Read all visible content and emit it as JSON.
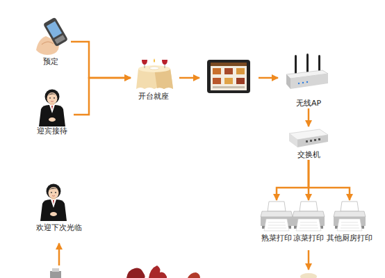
{
  "diagram": {
    "nodes": [
      {
        "text": [
          "预定"
        ]
      },
      {
        "text": [
          "迎宾接待"
        ]
      },
      {
        "text": [
          "开台就座"
        ]
      },
      {
        "text": [
          "无线AP"
        ]
      },
      {
        "text": [
          "交换机"
        ]
      },
      {
        "text": [
          "熟菜打印"
        ]
      },
      {
        "text": [
          "凉菜打印"
        ]
      },
      {
        "text": [
          "其他厨房打印"
        ]
      },
      {
        "text": [
          "欢迎下次光临"
        ]
      }
    ],
    "edges": [
      {
        "from": 0,
        "to": 2,
        "arrow": "to"
      },
      {
        "from": 1,
        "to": 2,
        "arrow": "to"
      },
      {
        "from": 3,
        "to": 4,
        "arrow": "to"
      },
      {
        "from": 4,
        "to": 5,
        "arrow": "to"
      },
      {
        "from": 4,
        "to": 6,
        "arrow": "to"
      },
      {
        "from": 4,
        "to": 7,
        "arrow": "to"
      }
    ]
  }
}
